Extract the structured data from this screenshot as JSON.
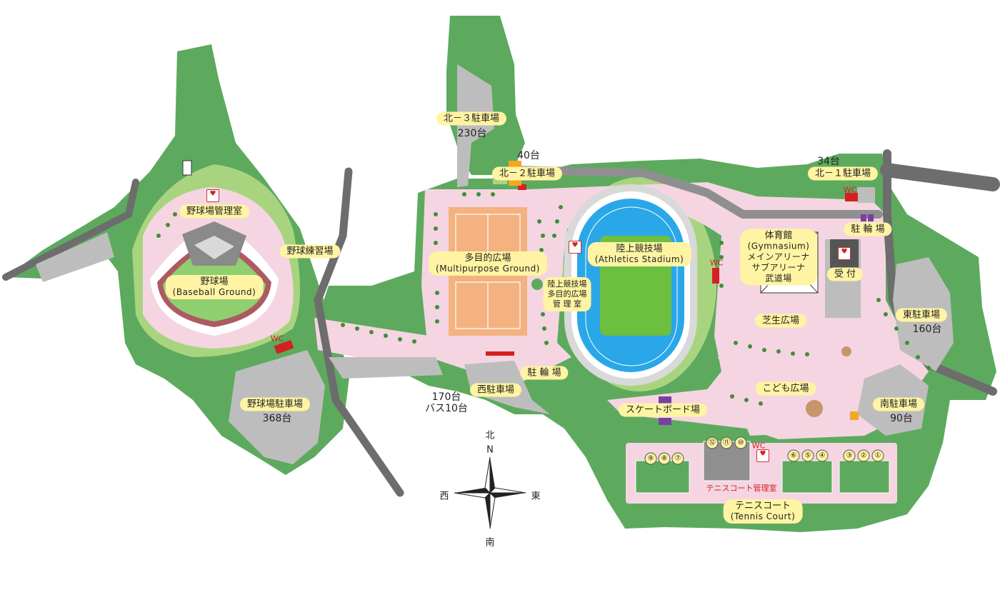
{
  "colors": {
    "green": "#5daa5e",
    "light_green": "#a9d47f",
    "pink_path": "#f5d5e2",
    "road": "#6d6d6d",
    "parking": "#bdbdbd",
    "label_bg": "#fff4a3",
    "track_blue": "#2aa7e8",
    "field_green": "#6cbf3f",
    "orange_field": "#f3b27f",
    "wc_red": "#d42020"
  },
  "labels": {
    "baseball_office": "野球場管理室",
    "baseball_ground_jp": "野球場",
    "baseball_ground_en": "(Baseball Ground)",
    "baseball_practice": "野球練習場",
    "baseball_parking": "野球場駐車場",
    "baseball_parking_count": "368台",
    "north3_parking": "北－３駐車場",
    "north3_count": "230台",
    "north2_parking": "北－２駐車場",
    "north2_count": "40台",
    "north1_parking": "北－１駐車場",
    "north1_count": "34台",
    "multipurpose_jp": "多目的広場",
    "multipurpose_en": "(Multipurpose Ground)",
    "athletics_office_1": "陸上競技場",
    "athletics_office_2": "多目的広場",
    "athletics_office_3": "管 理 室",
    "athletics_jp": "陸上競技場",
    "athletics_en": "(Athletics Stadium)",
    "gym_jp": "体育館",
    "gym_en": "(Gymnasium)",
    "gym_main": "メインアリーナ",
    "gym_sub": "サブアリーナ",
    "gym_budo": "武道場",
    "reception": "受 付",
    "bicycle_east": "駐 輪 場",
    "bicycle_center": "駐 輪 場",
    "lawn_plaza": "芝生広場",
    "kids_plaza": "こども広場",
    "east_parking": "東駐車場",
    "east_count": "160台",
    "south_parking": "南駐車場",
    "south_count": "90台",
    "west_parking": "西駐車場",
    "west_count_1": "170台",
    "west_count_2": "バス10台",
    "skateboard": "スケートボード場",
    "tennis_office": "テニスコート管理室",
    "tennis_jp": "テニスコート",
    "tennis_en": "(Tennis Court)",
    "wc": "WC",
    "aed": "AED"
  },
  "courts": [
    "⑨",
    "⑧",
    "⑦",
    "⑫",
    "⑪",
    "⑩",
    "⑥",
    "⑤",
    "④",
    "③",
    "②",
    "①"
  ],
  "compass": {
    "north_jp": "北",
    "north_en": "N",
    "west": "西",
    "east": "東",
    "south": "南"
  }
}
